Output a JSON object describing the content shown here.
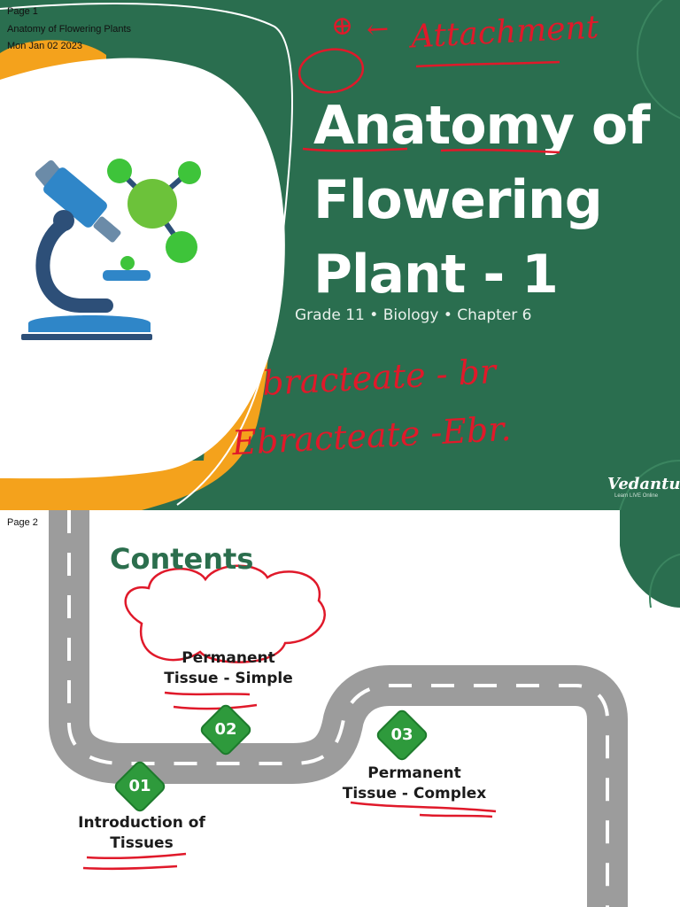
{
  "pages": [
    {
      "page_label": "Page 1",
      "document_name": "Anatomy of Flowering Plants",
      "date": "Mon Jan 02 2023",
      "slide": {
        "title_lines": [
          "Anatomy of",
          "Flowering",
          "Plant - 1"
        ],
        "subtitle": "Grade 11 • Biology • Chapter 6",
        "brand_logo": "Vedantu",
        "brand_tagline": "Learn LIVE Online",
        "handwritten_notes": {
          "attachment_symbol": "⊕",
          "attachment_arrow": "←",
          "attachment": "Attachment",
          "note_line_1": "bracteate - br",
          "note_line_2": "Ebracteate -Ebr."
        }
      }
    },
    {
      "page_label": "Page 2",
      "slide": {
        "title": "Contents",
        "milestones": [
          {
            "number": "01",
            "label_lines": [
              "Introduction of",
              "Tissues"
            ]
          },
          {
            "number": "02",
            "label_lines": [
              "Permanent",
              "Tissue - Simple"
            ]
          },
          {
            "number": "03",
            "label_lines": [
              "Permanent",
              "Tissue - Complex"
            ]
          }
        ]
      }
    }
  ],
  "colors": {
    "slide_green": "#2a6e4f",
    "accent_orange": "#f4a21c",
    "ink_red": "#e0192a",
    "road_gray": "#9c9c9c",
    "milestone_green": "#2e9a3c"
  }
}
